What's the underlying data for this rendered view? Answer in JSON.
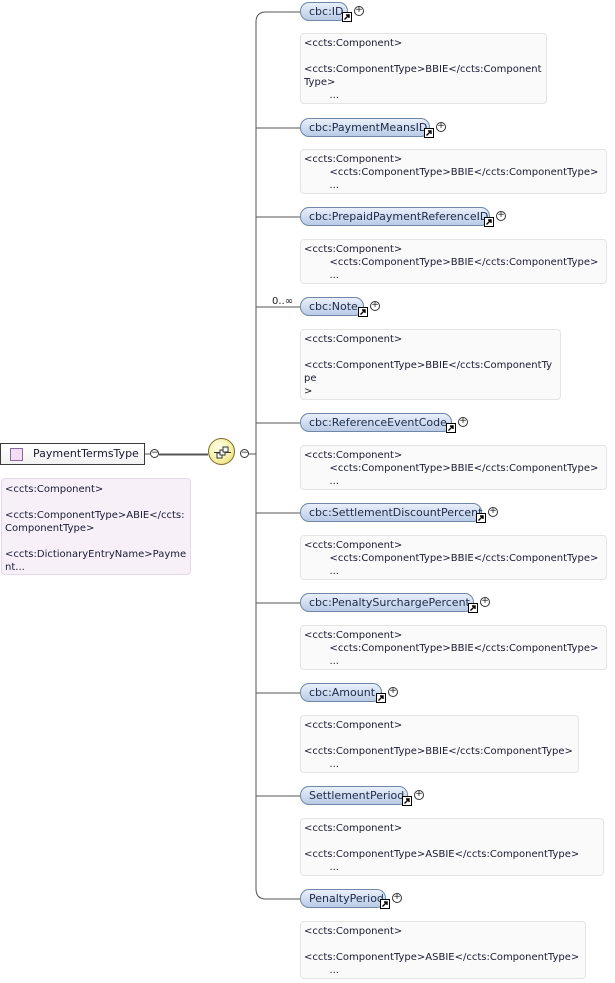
{
  "root": {
    "type_name": "PaymentTermsType",
    "doc": "<ccts:Component>\n\n<ccts:ComponentType>ABIE</ccts:ComponentType>\n\n<ccts:DictionaryEntryName>Payment...",
    "collapse_symbol": "−"
  },
  "sequence": {
    "collapse_symbol": "−"
  },
  "expand_symbol": "+",
  "elements": [
    {
      "name": "cbc:ID",
      "cardinality": "",
      "doc": "<ccts:Component>\n\n<ccts:ComponentType>BBIE</ccts:ComponentType>\n        ..."
    },
    {
      "name": "cbc:PaymentMeansID",
      "cardinality": "",
      "doc": "<ccts:Component>\n        <ccts:ComponentType>BBIE</ccts:ComponentType>\n        ..."
    },
    {
      "name": "cbc:PrepaidPaymentReferenceID",
      "cardinality": "",
      "doc": "<ccts:Component>\n        <ccts:ComponentType>BBIE</ccts:ComponentType>\n        ..."
    },
    {
      "name": "cbc:Note",
      "cardinality": "0..∞",
      "doc": "<ccts:Component>\n\n<ccts:ComponentType>BBIE</ccts:ComponentType\n>\n        ..."
    },
    {
      "name": "cbc:ReferenceEventCode",
      "cardinality": "",
      "doc": "<ccts:Component>\n        <ccts:ComponentType>BBIE</ccts:ComponentType>\n        ..."
    },
    {
      "name": "cbc:SettlementDiscountPercent",
      "cardinality": "",
      "doc": "<ccts:Component>\n        <ccts:ComponentType>BBIE</ccts:ComponentType>\n        ..."
    },
    {
      "name": "cbc:PenaltySurchargePercent",
      "cardinality": "",
      "doc": "<ccts:Component>\n        <ccts:ComponentType>BBIE</ccts:ComponentType>\n        ..."
    },
    {
      "name": "cbc:Amount",
      "cardinality": "",
      "doc": "<ccts:Component>\n\n<ccts:ComponentType>BBIE</ccts:ComponentType>\n        ..."
    },
    {
      "name": "SettlementPeriod",
      "cardinality": "",
      "doc": "<ccts:Component>\n\n<ccts:ComponentType>ASBIE</ccts:ComponentType>\n        ..."
    },
    {
      "name": "PenaltyPeriod",
      "cardinality": "",
      "doc": "<ccts:Component>\n\n<ccts:ComponentType>ASBIE</ccts:ComponentType>\n        ..."
    }
  ]
}
